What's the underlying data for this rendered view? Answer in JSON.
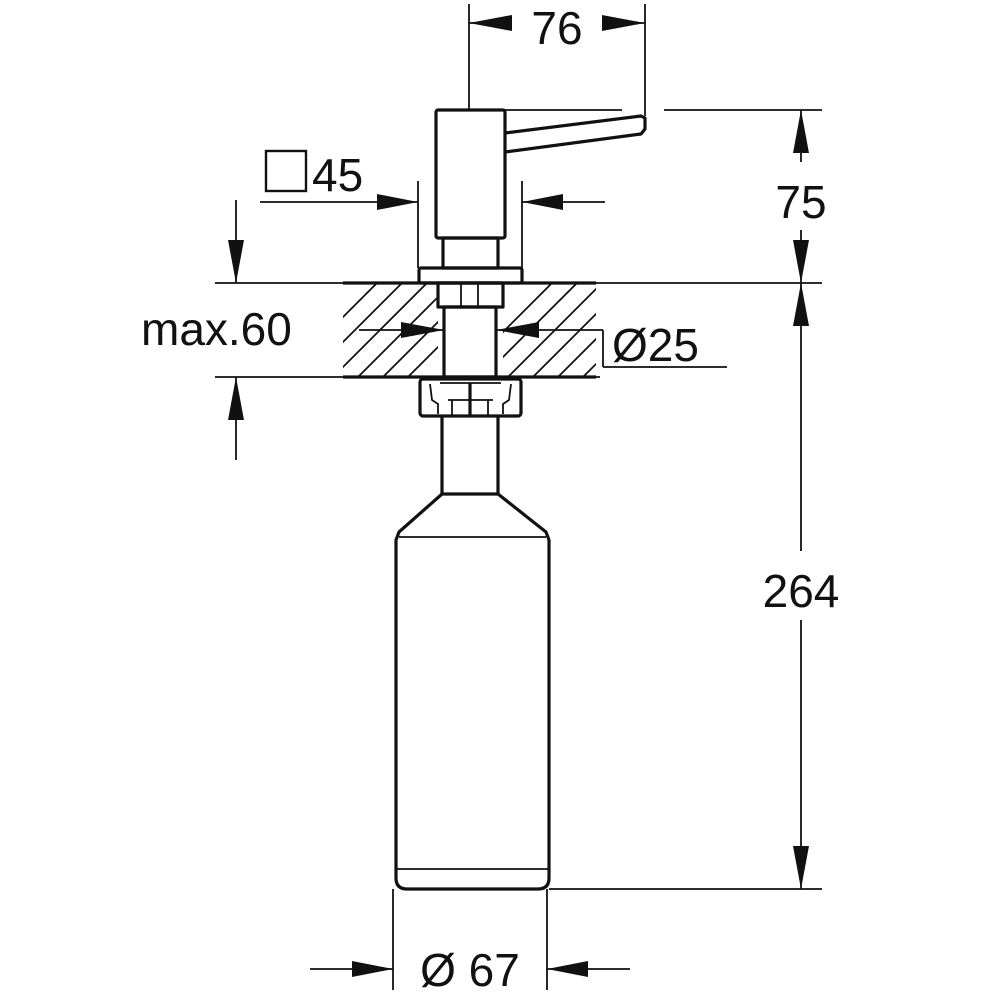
{
  "diagram": {
    "type": "technical-dimension-drawing",
    "subject": "soap dispenser mounted through countertop",
    "line_color": "#111111",
    "background": "#ffffff"
  },
  "dimensions": {
    "spout_reach": {
      "label": "76",
      "orientation": "horizontal"
    },
    "head_height": {
      "label": "75",
      "orientation": "vertical"
    },
    "head_square": {
      "symbol": "square",
      "label": "45",
      "orientation": "horizontal"
    },
    "countertop_thickness": {
      "label": "max.60",
      "orientation": "vertical"
    },
    "hole_diameter": {
      "symbol": "Ø",
      "label": "Ø25",
      "orientation": "horizontal"
    },
    "below_counter_length": {
      "label": "264",
      "orientation": "vertical"
    },
    "bottle_diameter": {
      "symbol": "Ø",
      "label": "Ø 67",
      "orientation": "horizontal"
    }
  }
}
